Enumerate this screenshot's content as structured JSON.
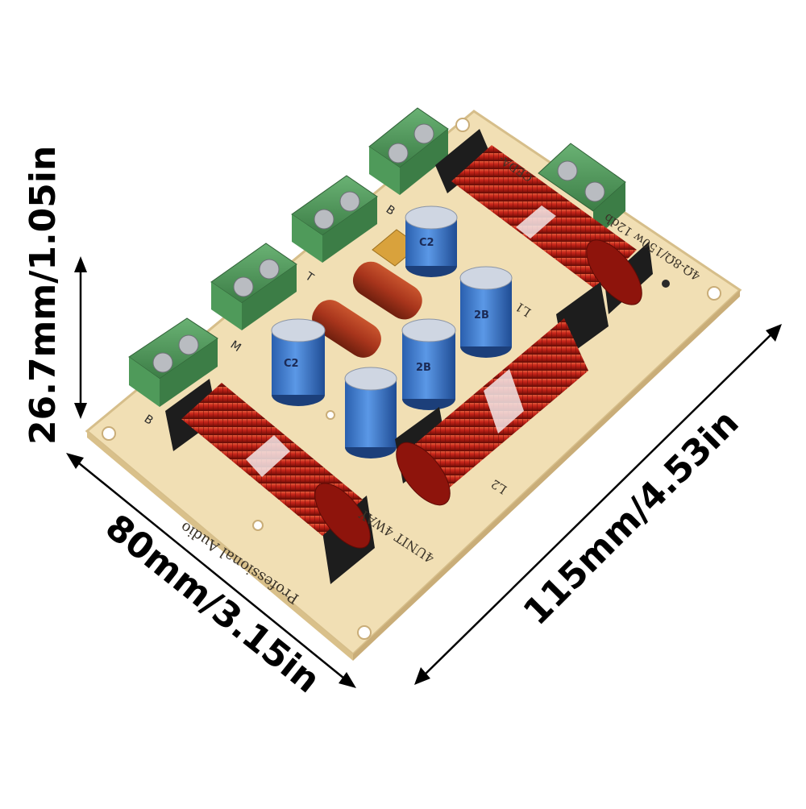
{
  "dimensions": {
    "height": "26.7mm/1.05in",
    "width": "80mm/3.15in",
    "length": "115mm/4.53in"
  },
  "board": {
    "brand": "Professional  Audio",
    "model": "4UNIT 4WAY",
    "spec": "4Ω-8Ω/150w 12db",
    "code": "CEDA-",
    "inductor_labels": [
      "L2",
      "L1"
    ],
    "terminal_labels": [
      "B",
      "M",
      "T",
      "B"
    ]
  },
  "capacitors": {
    "markings": [
      "C2",
      "2B",
      "C2",
      "2B"
    ]
  },
  "colors": {
    "pcb": "#f1dfb4",
    "terminal": "#4f9a5a",
    "coil": "#c8251a",
    "capacitor": "#3d7bd1",
    "film_cap": "#a8351c"
  }
}
